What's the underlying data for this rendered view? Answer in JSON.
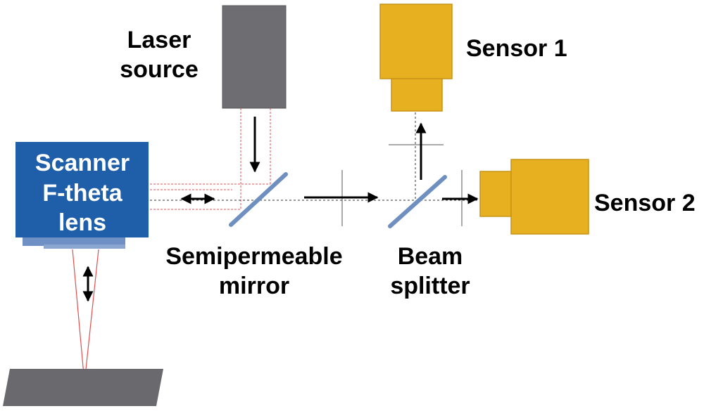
{
  "labels": {
    "laser_source": [
      "Laser",
      "source"
    ],
    "sensor_1": "Sensor 1",
    "sensor_2": "Sensor 2",
    "scanner": [
      "Scanner",
      "F-theta",
      "lens"
    ],
    "mirror": [
      "Semipermeable",
      "mirror"
    ],
    "beam_splitter": [
      "Beam",
      "splitter"
    ]
  },
  "colors": {
    "laser_body": "#6e6e72",
    "sensor_body": "#e7b020",
    "sensor_border": "#c89416",
    "scanner_body": "#1f5fa9",
    "scanner_base": "#6f90c4",
    "optic_element": "#6f8fc0",
    "laser_beam": "#e05050",
    "workpiece": "#6a6a6e",
    "text": "#000000"
  }
}
